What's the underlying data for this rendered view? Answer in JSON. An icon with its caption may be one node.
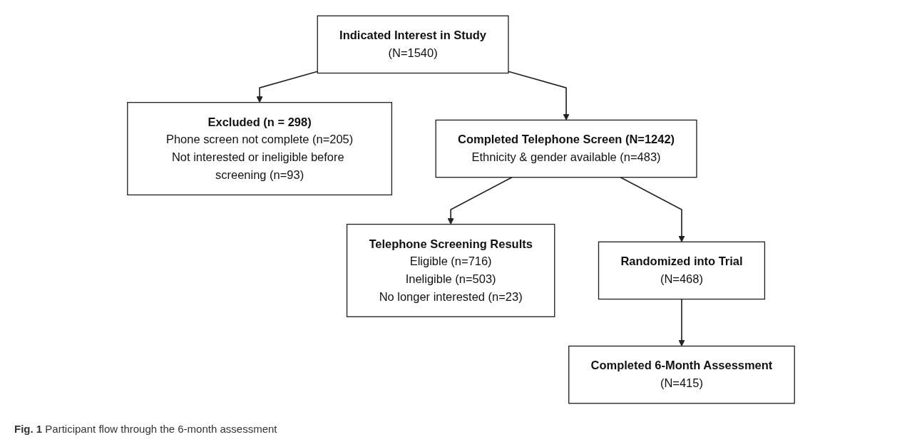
{
  "diagram": {
    "caption": "**Fig. 1** Participant flow through the 6-month assessment",
    "nodes": [
      {
        "text": [
          "Indicated Interest in Study",
          "(N=1540)"
        ]
      },
      {
        "text": [
          "Excluded (n = 298)",
          "Phone screen not complete (n=205)",
          "Not interested or ineligible before screening (n=93)"
        ]
      },
      {
        "text": [
          "Completed Telephone Screen (N=1242)",
          "Ethnicity & gender available (n=483)"
        ]
      },
      {
        "text": [
          "Telephone Screening Results",
          "Eligible (n=716)",
          "Ineligible (n=503)",
          "No longer interested (n=23)"
        ]
      },
      {
        "text": [
          "Randomized into Trial",
          "(N=468)"
        ]
      },
      {
        "text": [
          "Completed 6-Month Assessment",
          "(N=415)"
        ]
      }
    ],
    "edges": [
      {
        "from": 0,
        "to": 2,
        "arrow": "to"
      },
      {
        "from": 0,
        "to": 1,
        "arrow": "to"
      },
      {
        "from": 2,
        "to": 3,
        "arrow": "to"
      },
      {
        "from": 2,
        "to": 4,
        "arrow": "to"
      },
      {
        "from": 4,
        "to": 5,
        "arrow": "to"
      }
    ]
  }
}
